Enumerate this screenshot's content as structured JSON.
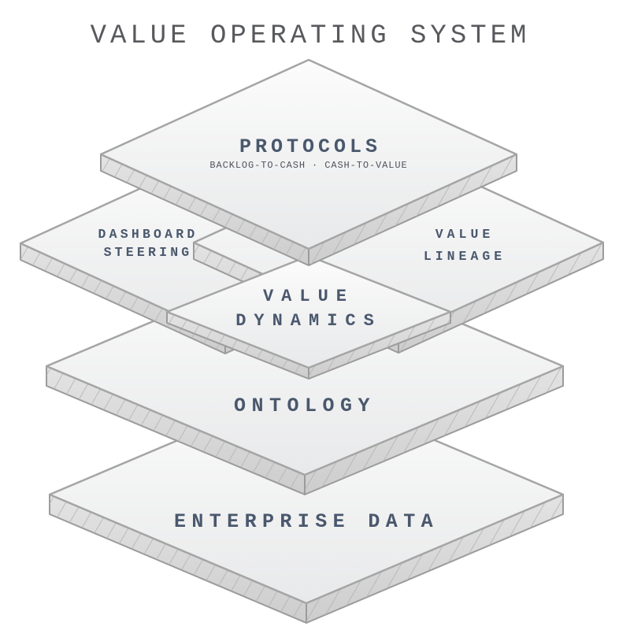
{
  "title": "VALUE OPERATING SYSTEM",
  "colors": {
    "background": "#ffffff",
    "title_text": "#58595d",
    "label_text": "#4a586d",
    "subtitle_text": "#4e545e",
    "face_fill_top": "#fcfcfc",
    "face_fill_bottom": "#e8e9ea",
    "face_border": "#a5a5a5",
    "side_fill_top": "#e3e3e3",
    "side_fill_bottom": "#cdcdcd",
    "side_border": "#9b9b9b",
    "hatch_line": "#b2b2b2"
  },
  "layers": {
    "protocols": {
      "label": "PROTOCOLS",
      "sublabel": "BACKLOG-TO-CASH · CASH-TO-VALUE"
    },
    "dashboard_steering": {
      "line1": "DASHBOARD",
      "line2": "STEERING"
    },
    "value_lineage": {
      "line1": "VALUE",
      "line2": "LINEAGE"
    },
    "value_dynamics": {
      "line1": "VALUE",
      "line2": "DYNAMICS"
    },
    "ontology": {
      "label": "ONTOLOGY"
    },
    "enterprise_data": {
      "label": "ENTERPRISE DATA"
    }
  }
}
